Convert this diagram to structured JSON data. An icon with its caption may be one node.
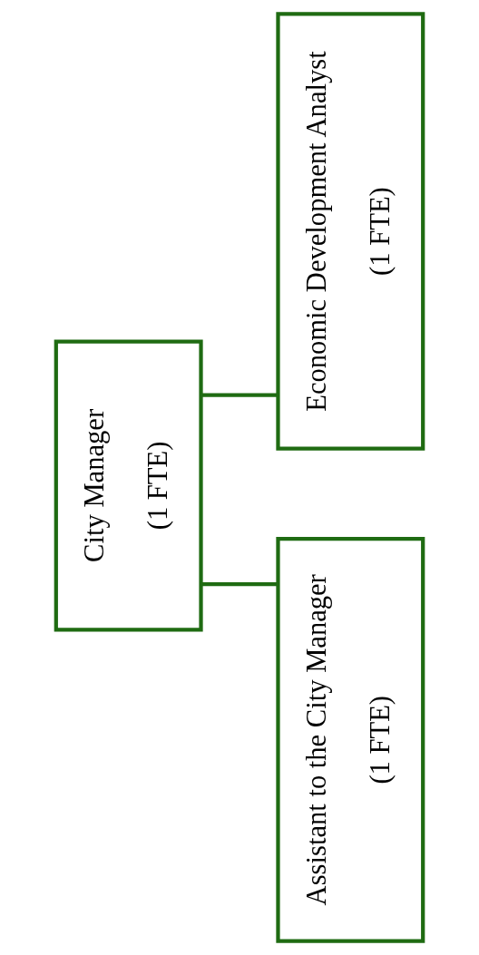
{
  "diagram": {
    "nodes": [
      {
        "text": [
          "City Manager",
          "(1 FTE)"
        ]
      },
      {
        "text": [
          "Assistant to the City Manager",
          "(1 FTE)"
        ]
      },
      {
        "text": [
          "Economic Development Analyst",
          "(1 FTE)"
        ]
      }
    ],
    "edges": [
      {
        "from": 0,
        "to": 1,
        "arrow": "none"
      },
      {
        "from": 0,
        "to": 2,
        "arrow": "none"
      }
    ]
  }
}
